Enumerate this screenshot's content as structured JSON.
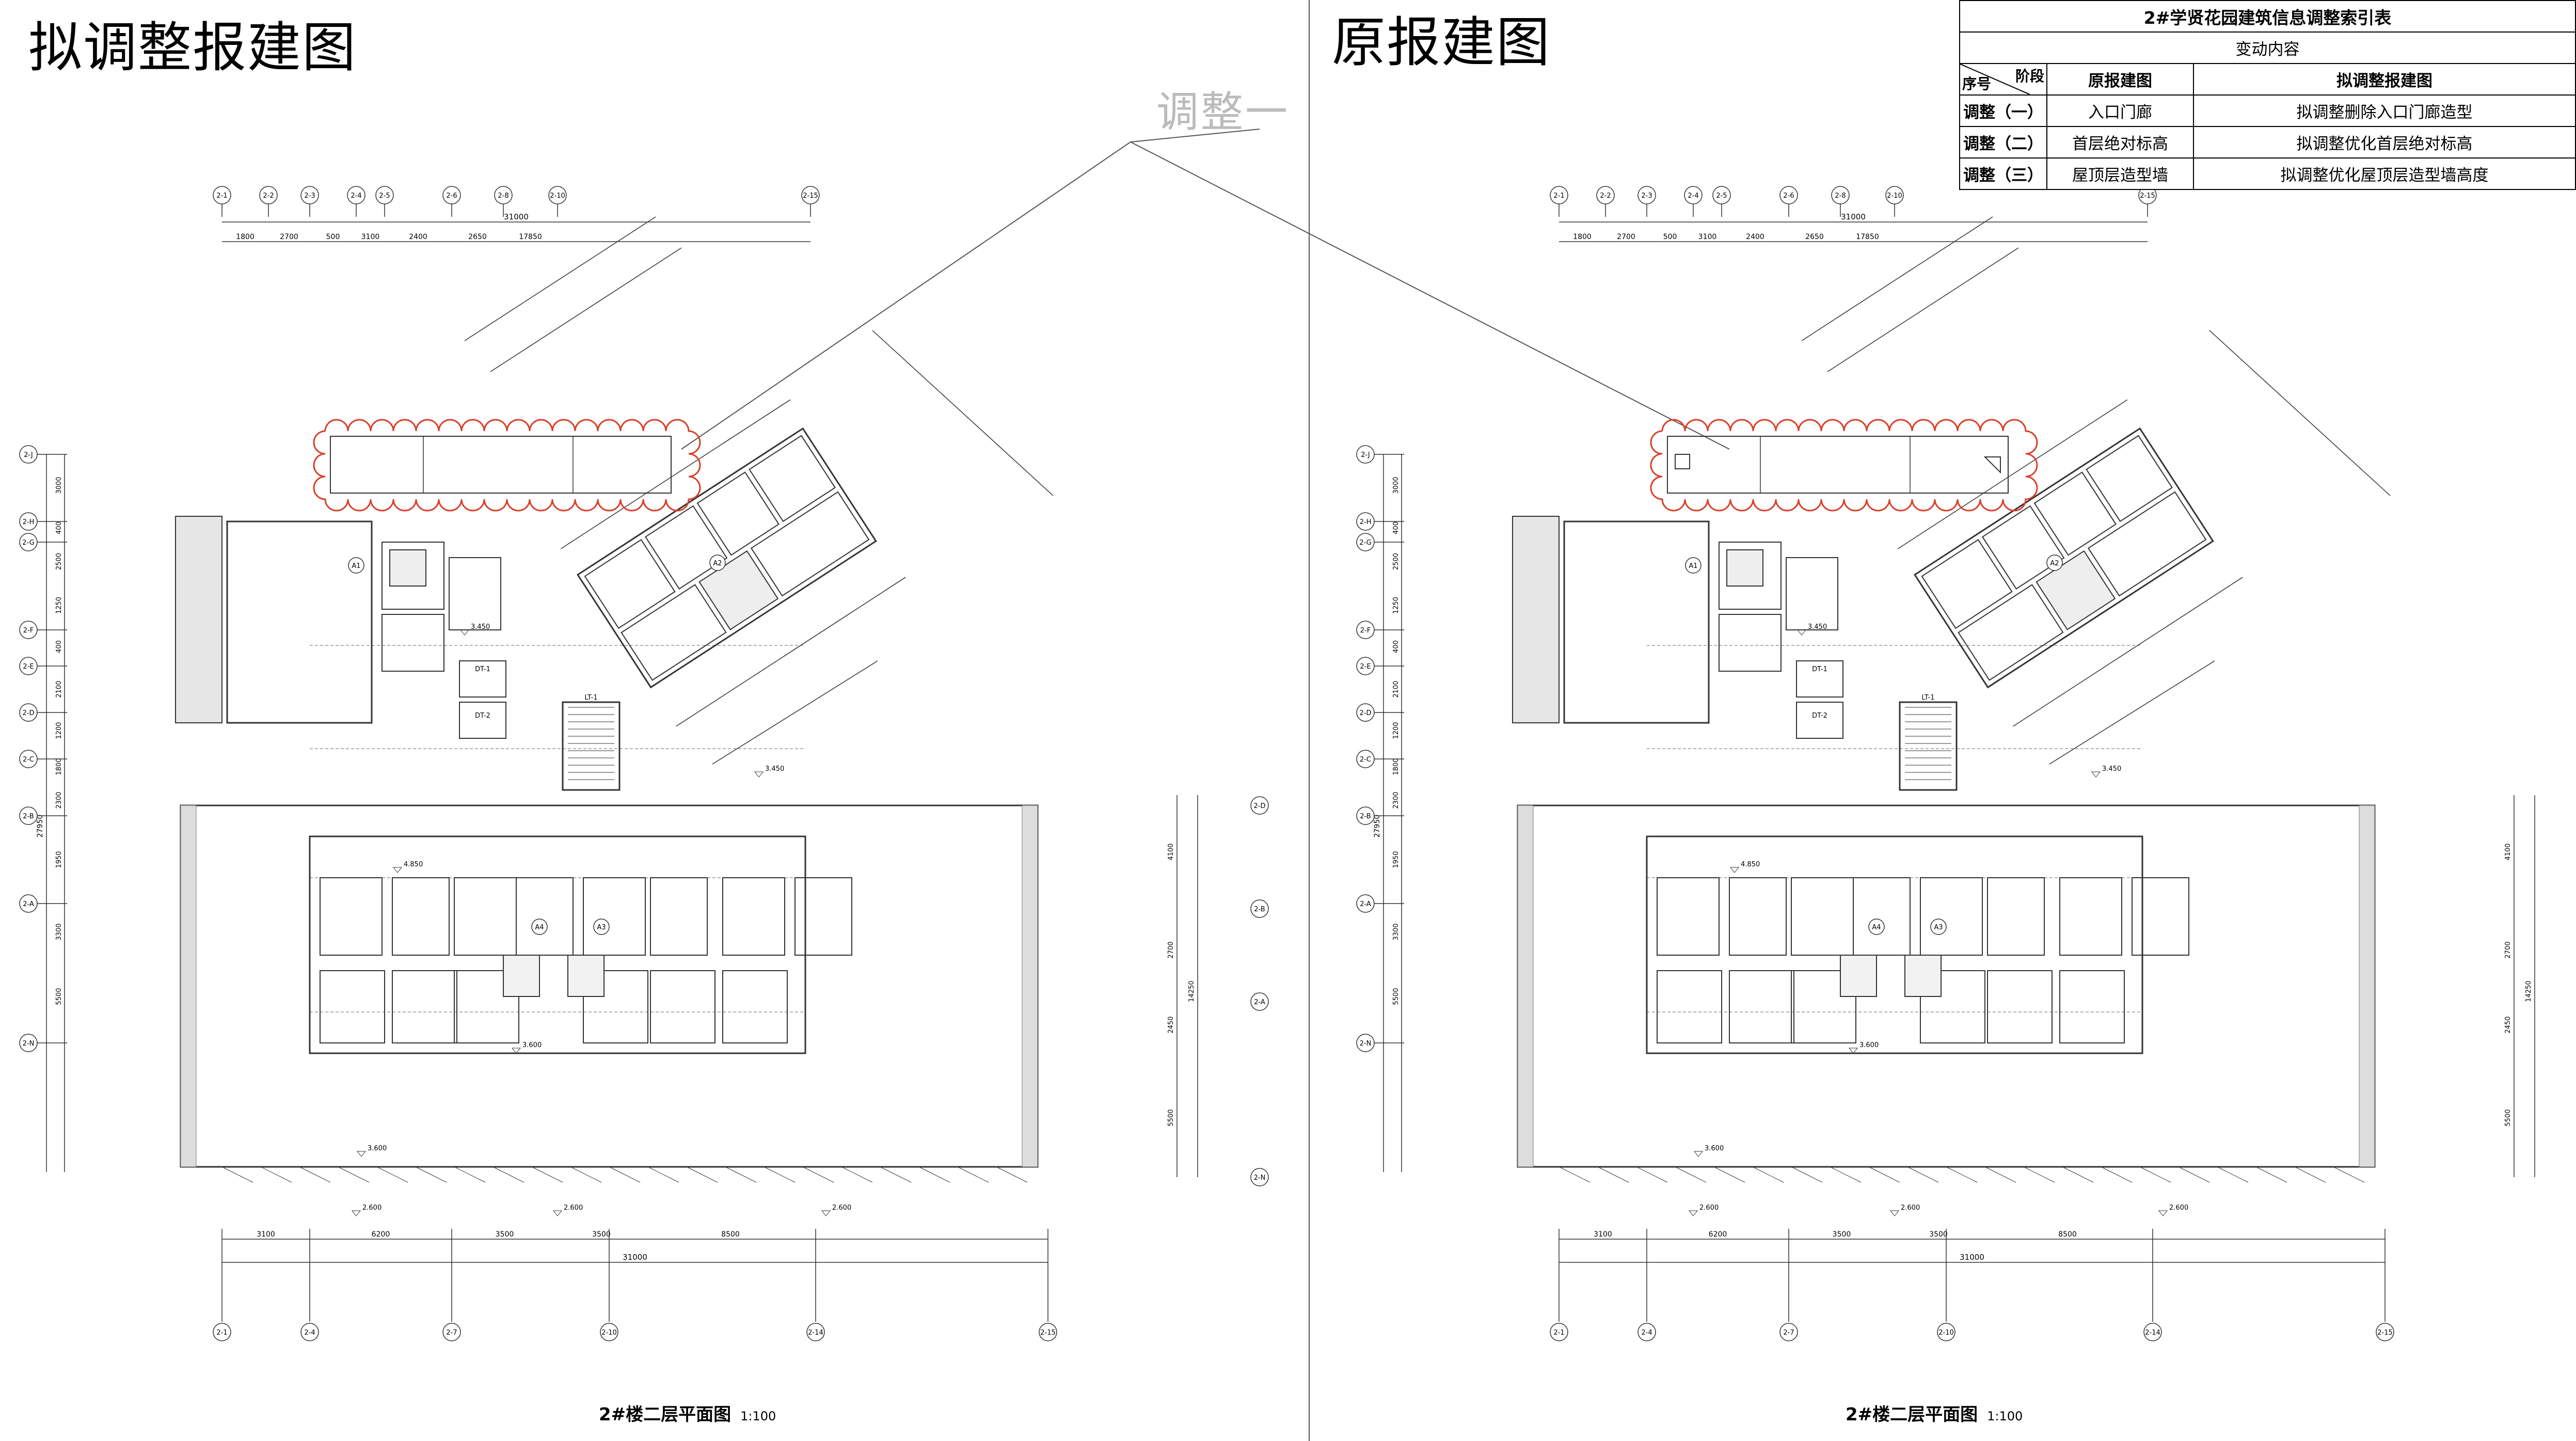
{
  "left_panel": {
    "title": "拟调整报建图",
    "callout": "调整一"
  },
  "right_panel": {
    "title": "原报建图"
  },
  "drawing_caption": {
    "name": "2#楼二层平面图",
    "scale": "1:100"
  },
  "index_table": {
    "title": "2#学贤花园建筑信息调整索引表",
    "subtitle": "变动内容",
    "headers": [
      "序号",
      "阶段",
      "原报建图",
      "拟调整报建图"
    ],
    "rows": [
      {
        "no": "调整（一）",
        "original": "入口门廊",
        "adjusted": "拟调整删除入口门廊造型"
      },
      {
        "no": "调整（二）",
        "original": "首层绝对标高",
        "adjusted": "拟调整优化首层绝对标高"
      },
      {
        "no": "调整（三）",
        "original": "屋顶层造型墙",
        "adjusted": "拟调整优化屋顶层造型墙高度"
      }
    ]
  },
  "dimensions": {
    "top_row": [
      "1800",
      "2700",
      "500",
      "3100",
      "2400",
      "2650",
      "17850"
    ],
    "top_total": "31000",
    "bottom_row": [
      "3100",
      "6200",
      "3500",
      "3500",
      "8500"
    ],
    "bottom_total": "31000",
    "left_col": [
      "3000",
      "400",
      "2500",
      "1250",
      "400",
      "2100",
      "1200",
      "1800",
      "2300",
      "1950",
      "3300",
      "5500"
    ],
    "left_total": "27950",
    "right_col": [
      "4100",
      "2700",
      "2450",
      "5500"
    ],
    "right_total": "14250"
  },
  "axis_labels_top": [
    "2-1",
    "2-2",
    "2-3",
    "2-4",
    "2-5",
    "2-6",
    "2-8",
    "2-10",
    "2-15"
  ],
  "axis_labels_left": [
    "2-J",
    "2-H",
    "2-G",
    "2-F",
    "2-E",
    "2-D",
    "2-C",
    "2-B",
    "2-A",
    "2-N"
  ],
  "room_tags": [
    "A1",
    "A2",
    "A4",
    "A3"
  ],
  "stair_tags": [
    "LT-1",
    "DT-1",
    "DT-2"
  ],
  "levels": [
    "3.450",
    "3.600",
    "4.850",
    "2.600"
  ],
  "colors": {
    "line": "#333333",
    "cloud": "#d9412c",
    "hatch": "#777777"
  }
}
